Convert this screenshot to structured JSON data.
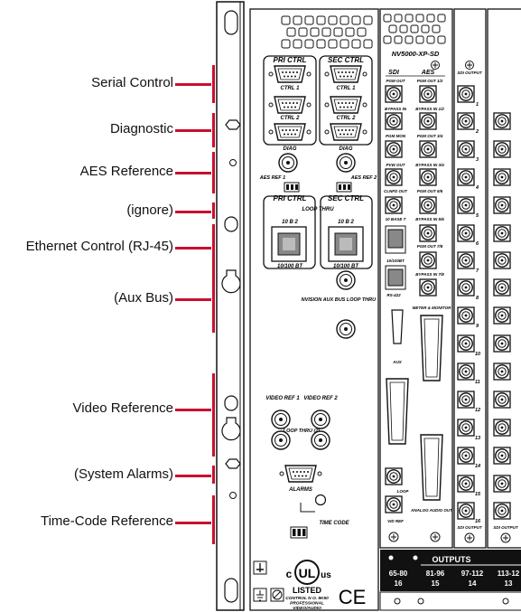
{
  "callouts": [
    {
      "label": "Serial Control"
    },
    {
      "label": "Diagnostic"
    },
    {
      "label": "AES Reference"
    },
    {
      "label": "(ignore)"
    },
    {
      "label": "Ethernet Control (RJ-45)"
    },
    {
      "label": "(Aux Bus)"
    },
    {
      "label": "Video Reference"
    },
    {
      "label": "(System Alarms)"
    },
    {
      "label": "Time-Code Reference"
    }
  ],
  "panel": {
    "ctrl_headers": [
      "PRI CTRL",
      "SEC CTRL"
    ],
    "ctrl1": "CTRL 1",
    "ctrl2": "CTRL 2",
    "diag": "DIAG",
    "aes_ref_1": "AES REF 1",
    "aes_ref_2": "AES REF 2",
    "loop_thru": "LOOP THRU",
    "ten_b2": "10 B 2",
    "ten100bt": "10/100 BT",
    "nvision_aux_bus": "NVISION AUX BUS",
    "video_ref_1": "VIDEO REF 1",
    "video_ref_2": "VIDEO REF 2",
    "loop_thru_2": "LOOP THRU (2)",
    "alarms": "ALARMS",
    "time_code": "TIME CODE",
    "listed": "LISTED",
    "control_no": "CONTROL N O. 9K50",
    "professional": "PROFESSIONAL",
    "video_audio": "VIDEO/AUDIO",
    "ul_c": "c",
    "ul_us": "us",
    "ce": "CE"
  },
  "card": {
    "model": "NV5000-XP-SD",
    "sdi": "SDI",
    "aes": "AES",
    "sdi_labels": [
      "PGM OUT",
      "BYPASS IN",
      "PGM MON",
      "PVW OUT",
      "CLNFD OUT"
    ],
    "aes_labels": [
      "PGM OUT 1/2",
      "BYPASS IN 1/2",
      "PGM OUT 3/4",
      "BYPASS IN 3/4",
      "PGM OUT 5/6",
      "BYPASS IN 5/6",
      "PGM OUT 7/8",
      "BYPASS IN 7/8"
    ],
    "ten_base_t": "10 BASE T",
    "ten100bt": "10/100BT",
    "rs422": "RS-422",
    "meter_monitor": "METER & MONITOR",
    "aux": "AUX",
    "analog_audio_out": "ANALOG AUDIO OUT",
    "loop": "LOOP",
    "vid_ref": "VID REF"
  },
  "outputs": {
    "sdi_output": "SDI OUTPUT",
    "numbers": [
      "1",
      "2",
      "3",
      "4",
      "5",
      "6",
      "7",
      "8",
      "9",
      "10",
      "11",
      "12",
      "13",
      "14",
      "15",
      "16"
    ],
    "banner": "OUTPUTS",
    "ranges": [
      {
        "range": "65-80",
        "slot": "16"
      },
      {
        "range": "81-96",
        "slot": "15"
      },
      {
        "range": "97-112",
        "slot": "14"
      },
      {
        "range": "113-12",
        "slot": "13"
      }
    ]
  },
  "colors": {
    "accent": "#c8102e",
    "panel": "#ffffff",
    "line": "#1a1a1a",
    "banner": "#111111"
  },
  "icons": [
    "bnc-connector-icon",
    "db9-connector-icon",
    "rj45-jack-icon",
    "db25-connector-icon",
    "ground-icon",
    "ul-listed-logo",
    "ce-mark-logo"
  ]
}
